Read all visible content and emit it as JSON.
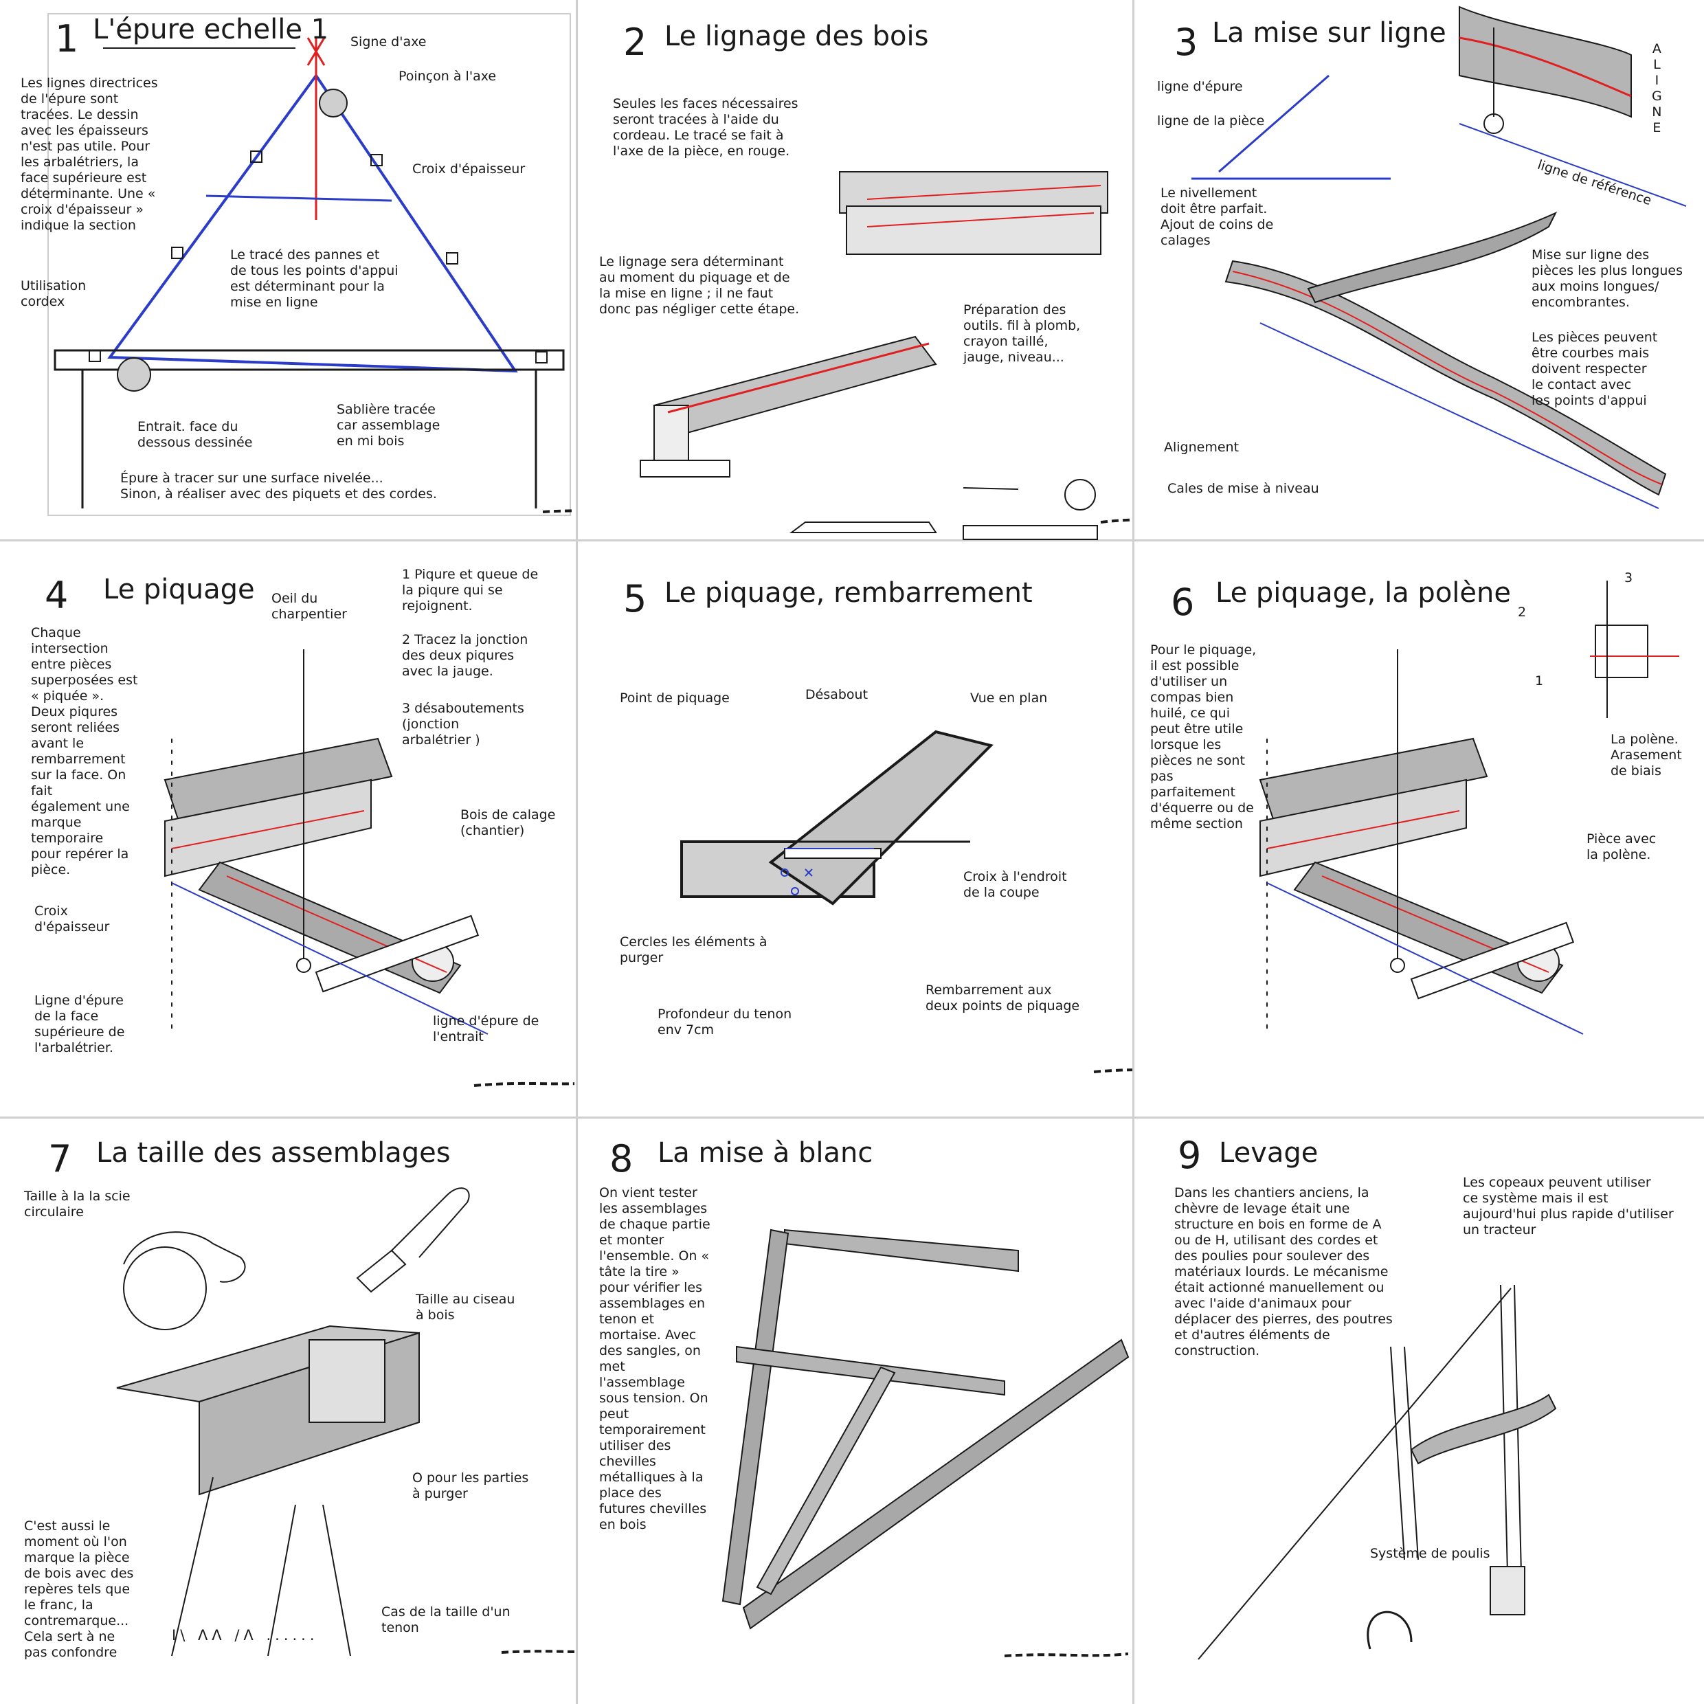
{
  "colors": {
    "axis_red": "#e02020",
    "epure_blue": "#2a3cc8",
    "ink": "#1a1a1a",
    "shade": "#b5b5b5"
  },
  "panels": [
    {
      "number": "1",
      "title": "L'épure echelle 1",
      "labels": {
        "signe_axe": "Signe d'axe",
        "poincon": "Poinçon à l'axe",
        "lignes": "Les lignes directrices\nde l'épure sont\ntracées. Le dessin\navec les épaisseurs\nn'est pas utile. Pour\nles arbalétriers, la\nface supérieure est\ndéterminante. Une «\ncroix d'épaisseur »\nindique la section",
        "croix": "Croix d'épaisseur",
        "trace": "Le tracé des pannes et\nde tous les points d'appui\nest déterminant pour la\nmise en ligne",
        "cordex": "Utilisation\ncordex",
        "entrait": "Entrait. face du\ndessous dessinée",
        "sabliere": "Sablière tracée\ncar assemblage\nen mi bois",
        "surface": "Épure à tracer sur une surface nivelée...\nSinon, à réaliser avec des piquets et des cordes."
      }
    },
    {
      "number": "2",
      "title": "Le lignage des bois",
      "labels": {
        "faces": "Seules les faces nécessaires\nseront tracées à l'aide du\ncordeau. Le tracé se fait à\nl'axe de la pièce, en rouge.",
        "lignage": "Le lignage sera déterminant\nau moment du piquage et de\nla mise en ligne ; il ne faut\ndonc pas négliger cette étape.",
        "outils": "Préparation des\noutils. fil à plomb,\ncrayon taillé,\njauge, niveau..."
      }
    },
    {
      "number": "3",
      "title": "La mise sur ligne",
      "labels": {
        "aligne": "A\nL\nI\nG\nN\nE",
        "ligne_epure": "ligne d'épure",
        "ligne_piece": "ligne de la pièce",
        "ligne_reference": "ligne de référence",
        "nivellement": "Le nivellement\ndoit être parfait.\nAjout de coins de\ncalages",
        "mise_ligne": "Mise sur ligne des\npièces les plus longues\naux moins longues/\nencombrantes.",
        "courbes": "Les pièces peuvent\nêtre courbes mais\ndoivent respecter\nle contact avec\nles points d'appui",
        "alignement": "Alignement",
        "cales": "Cales de mise à niveau"
      }
    },
    {
      "number": "4",
      "title": "Le piquage",
      "labels": {
        "oeil": "Oeil du\ncharpentier",
        "piqure": "1 Piqure et queue de\nla piqure qui se\nrejoignent.",
        "jonction": "2 Tracez la jonction\ndes deux piqures\navec la jauge.",
        "desabout": "3 désaboutements\n(jonction\narbalétrier )",
        "chaque": "Chaque\nintersection\nentre pièces\nsuperposées est\n« piquée ».\nDeux piqures\nseront reliées\navant le\nrembarrement\nsur la face. On\nfait\négalement une\nmarque\ntemporaire\npour repérer la\npièce.",
        "bois_calage": "Bois de calage\n(chantier)",
        "croix": "Croix\nd'épaisseur",
        "ligne_face": "Ligne d'épure\nde la face\nsupérieure de\nl'arbalétrier.",
        "ligne_entrait": "ligne d'épure de\nl'entrait"
      }
    },
    {
      "number": "5",
      "title": "Le piquage, rembarrement",
      "labels": {
        "point": "Point de piquage",
        "desabout": "Désabout",
        "vue": "Vue en plan",
        "croix_coupe": "Croix à l'endroit\nde la coupe",
        "cercles": "Cercles les éléments à\npurger",
        "rembarrement": "Rembarrement aux\ndeux points de piquage",
        "profondeur": "Profondeur du tenon\nenv 7cm"
      }
    },
    {
      "number": "6",
      "title": "Le piquage, la polène",
      "labels": {
        "compas": "Pour le piquage,\nil est possible\nd'utiliser un\ncompas bien\nhuilé, ce qui\npeut être utile\nlorsque les\npièces ne sont\npas\nparfaitement\nd'équerre ou de\nmême section",
        "polene": "La polène.\nArasement\nde biais",
        "piece": "Pièce avec\nla polène.",
        "n1": "1",
        "n2": "2",
        "n3": "3"
      }
    },
    {
      "number": "7",
      "title": "La taille des assemblages",
      "labels": {
        "scie": "Taille à la la scie\ncirculaire",
        "ciseau": "Taille au ciseau\nà bois",
        "purger": "O pour les parties\nà purger",
        "moment": "C'est aussi le\nmoment où l'on\nmarque la pièce\nde bois avec des\nrepères tels que\nle franc, la\ncontremarque...\nCela sert à ne\npas confondre",
        "tenon": "Cas de la taille d'un\ntenon",
        "reperes": "I\\ ΛΛ /Λ ......"
      }
    },
    {
      "number": "8",
      "title": "La mise à blanc",
      "labels": {
        "tester": "On vient tester\nles assemblages\nde chaque partie\net monter\nl'ensemble. On «\ntâte la tire »\npour vérifier les\nassemblages en\ntenon et\nmortaise. Avec\ndes sangles, on\nmet\nl'assemblage\nsous tension. On\npeut\ntemporairement\nutiliser des\nchevilles\nmétalliques à la\nplace des\nfutures chevilles\nen bois"
      }
    },
    {
      "number": "9",
      "title": "Levage",
      "labels": {
        "chantiers": "Dans les chantiers anciens, la\nchèvre de levage était une\nstructure en bois en forme de A\nou de H, utilisant des cordes et\ndes poulies pour soulever des\nmatériaux lourds. Le mécanisme\nétait actionné manuellement ou\navec l'aide d'animaux pour\ndéplacer des pierres, des poutres\net d'autres éléments de\nconstruction.",
        "copeaux": "Les copeaux peuvent utiliser\nce système mais il est\naujourd'hui plus rapide d'utiliser\nun tracteur",
        "poulis": "Système de poulis"
      }
    }
  ]
}
